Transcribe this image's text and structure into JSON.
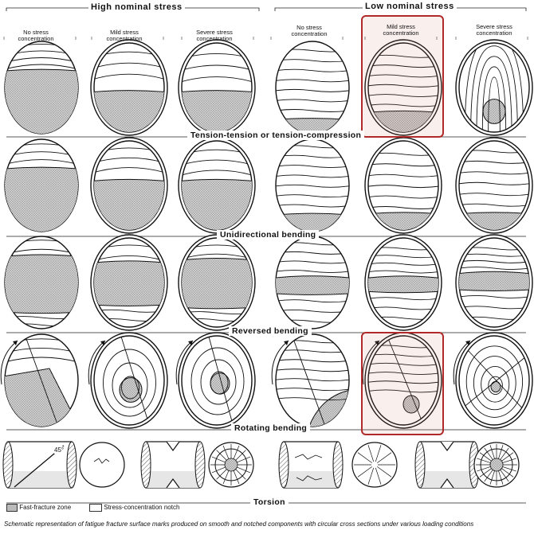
{
  "headers": {
    "high": "High nominal stress",
    "low": "Low nominal stress"
  },
  "columns": [
    "No stress\nconcentration",
    "Mild stress\nconcentration",
    "Severe stress\nconcentration",
    "No stress\nconcentration",
    "Mild stress\nconcentration",
    "Severe stress\nconcentration"
  ],
  "rows": [
    "Tension-tension or tension-compression",
    "Unidirectional bending",
    "Reversed bending",
    "Rotating bending",
    "Torsion"
  ],
  "torsion_angle": "45°",
  "legend": {
    "fast": "Fast-fracture zone",
    "notch": "Stress-concentration notch"
  },
  "caption": "Schematic representation of fatigue fracture surface marks produced on smooth and notched components with circular cross sections under various loading conditions",
  "colors": {
    "highlight": "#b02a2a",
    "ink": "#111111",
    "hatch": "#777777"
  }
}
